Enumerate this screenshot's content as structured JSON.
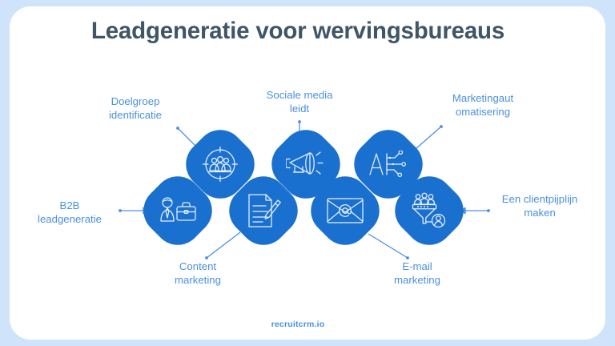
{
  "page": {
    "title": "Leadgeneratie voor wervingsbureaus",
    "footer_brand": "recruitcrm.io",
    "background_color": "#cfe4fb",
    "card_color": "#ffffff",
    "title_color": "#3f5666",
    "label_color": "#4a90e2",
    "node_color": "#1a70ce",
    "connector_color": "#4a90e2"
  },
  "nodes": [
    {
      "id": "b2b-leadgeneratie",
      "label": "B2B\nleadgeneratie",
      "icon": "businessman-briefcase-icon",
      "label_position": "left"
    },
    {
      "id": "doelgroep-identificatie",
      "label": "Doelgroep\nidentificatie",
      "icon": "target-audience-icon",
      "label_position": "top"
    },
    {
      "id": "content-marketing",
      "label": "Content\nmarketing",
      "icon": "document-pen-icon",
      "label_position": "bottom"
    },
    {
      "id": "sociale-media-leidt",
      "label": "Sociale media\nleidt",
      "icon": "megaphone-icon",
      "label_position": "top"
    },
    {
      "id": "email-marketing",
      "label": "E-mail\nmarketing",
      "icon": "envelope-at-icon",
      "label_position": "bottom"
    },
    {
      "id": "marketingautomatisering",
      "label": "Marketingaut\nomatisering",
      "icon": "ai-circuit-icon",
      "label_position": "top"
    },
    {
      "id": "een-clientpijplijn-maken",
      "label": "Een clientpijplijn\nmaken",
      "icon": "funnel-people-icon",
      "label_position": "right"
    }
  ]
}
